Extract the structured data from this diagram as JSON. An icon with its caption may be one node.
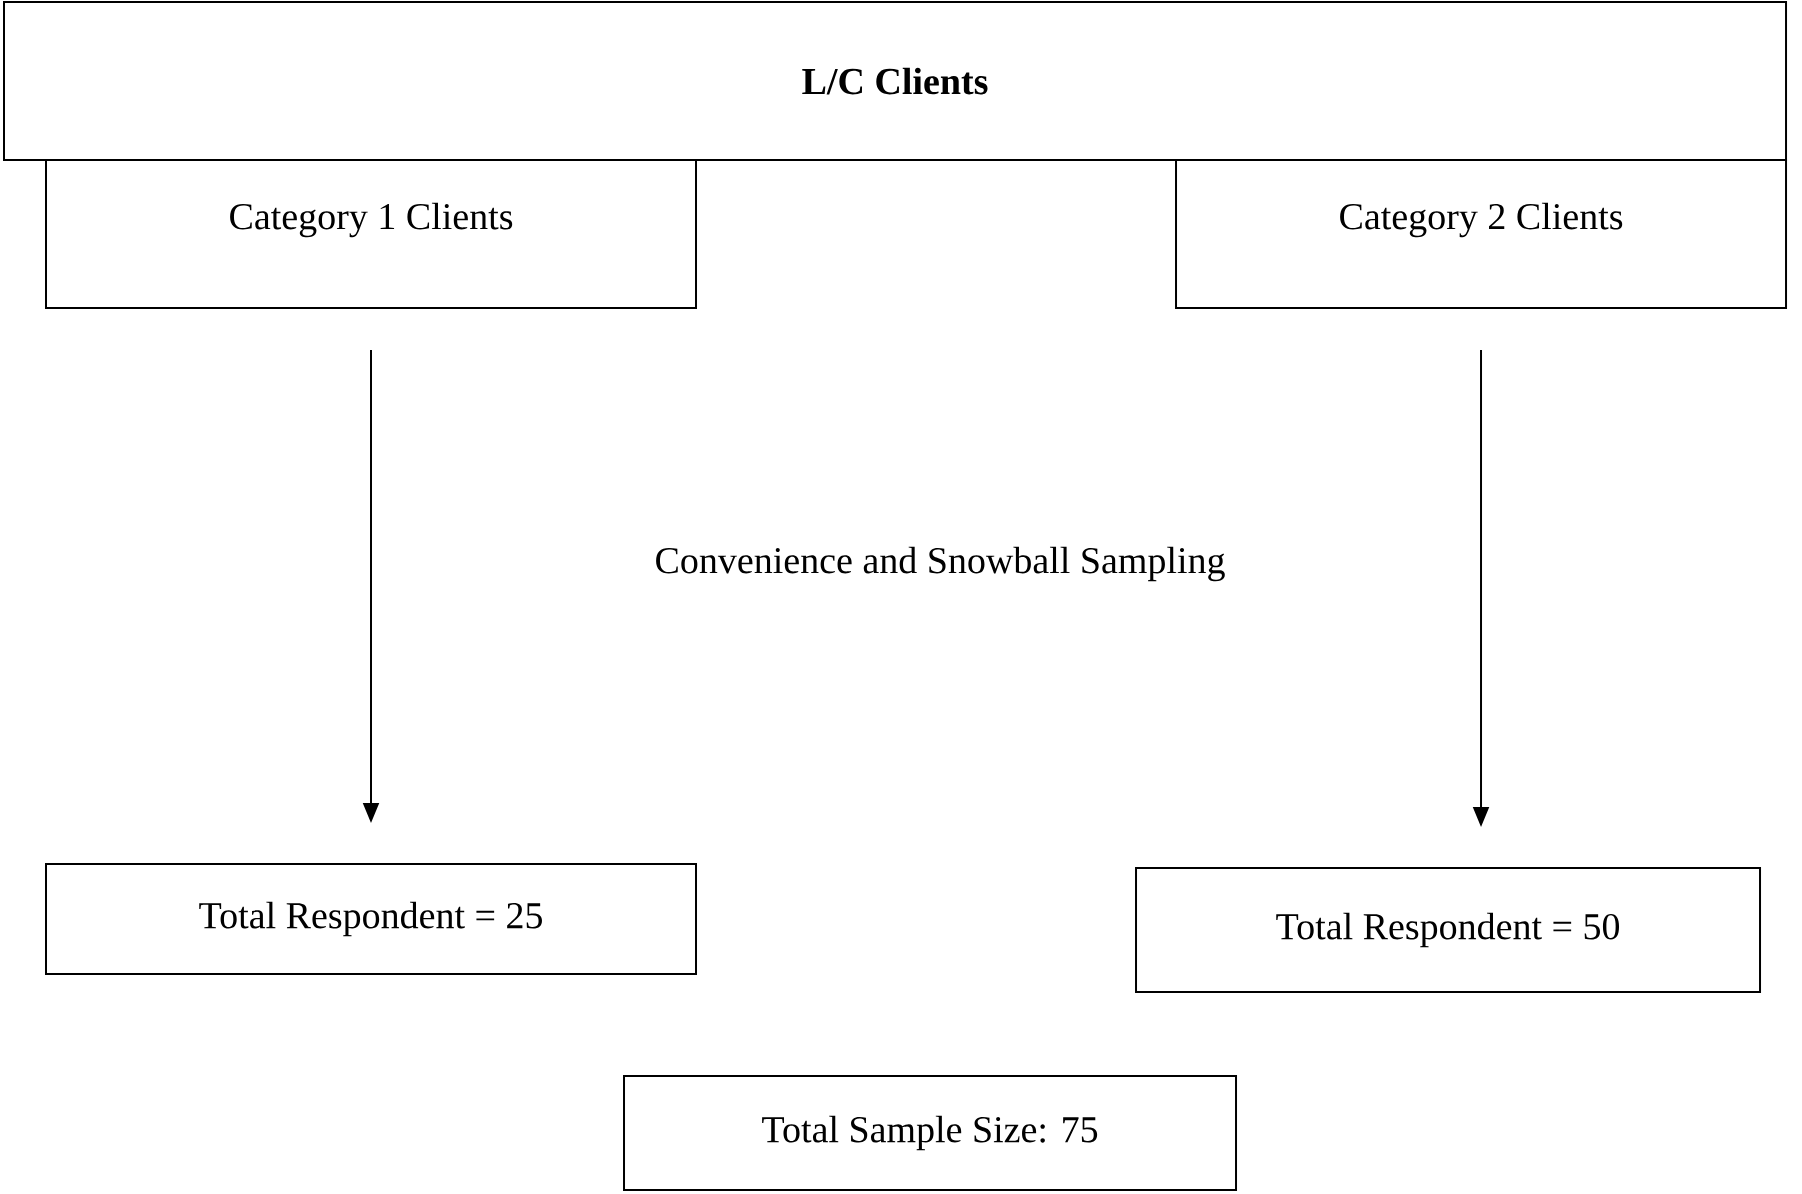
{
  "diagram": {
    "nodes": [
      {
        "text": [
          "**L/C Clients**"
        ]
      },
      {
        "text": [
          "Category 1 Clients"
        ]
      },
      {
        "text": [
          "Category 2 Clients"
        ]
      },
      {
        "text": [
          "Total Respondent = 25"
        ]
      },
      {
        "text": [
          "Total Respondent = 50"
        ]
      },
      {
        "text": [
          "Total Sample Size: 75"
        ]
      }
    ],
    "edges": [
      {
        "from": 1,
        "to": 3,
        "arrow": "to"
      },
      {
        "from": 2,
        "to": 4,
        "arrow": "to"
      }
    ],
    "labels": [
      "Convenience and Snowball Sampling"
    ]
  }
}
